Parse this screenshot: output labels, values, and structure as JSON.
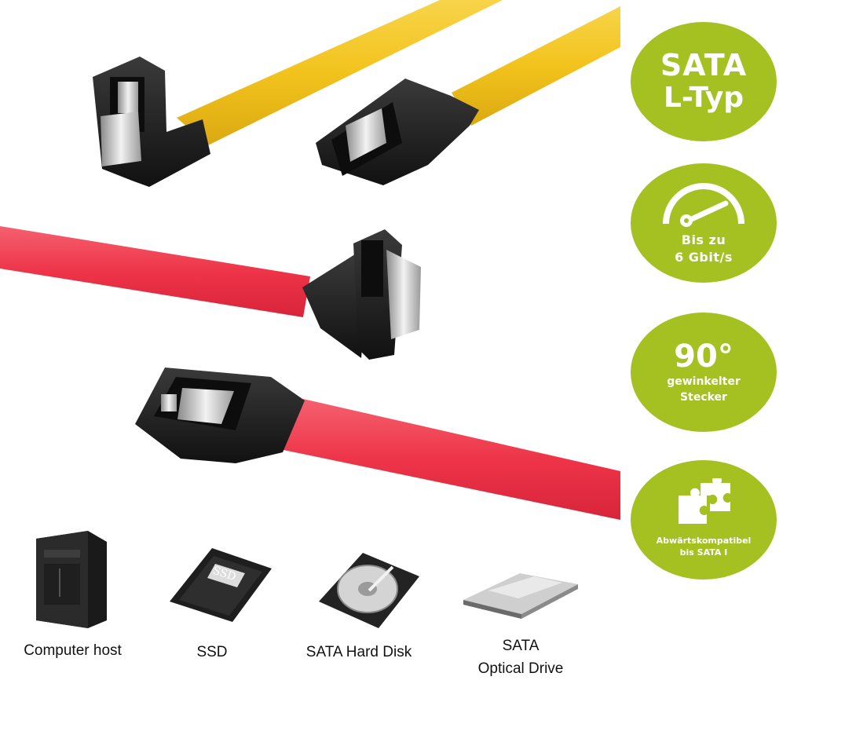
{
  "badges": [
    {
      "line1": "SATA",
      "line2": "L-Typ"
    },
    {
      "line1": "Bis zu",
      "line2": "6 Gbit/s",
      "icon": "speedometer-icon"
    },
    {
      "line1": "90°",
      "line2": "gewinkelter",
      "line3": "Stecker"
    },
    {
      "line1": "Abwärtskompatibel",
      "line2": "bis SATA I",
      "icon": "puzzle-icon"
    }
  ],
  "devices": [
    {
      "label": "Computer host",
      "icon": "computer-tower-icon"
    },
    {
      "label": "SSD",
      "icon": "ssd-icon"
    },
    {
      "label": "SATA Hard Disk",
      "icon": "hard-disk-icon"
    },
    {
      "label_line1": "SATA",
      "label_line2": "Optical Drive",
      "icon": "optical-drive-icon"
    }
  ],
  "ssd_label": "SSD",
  "colors": {
    "badge_green": "#a5c021",
    "cable_yellow": "#f2c31c",
    "cable_red": "#ee3448",
    "connector_black": "#1c1c1c"
  }
}
